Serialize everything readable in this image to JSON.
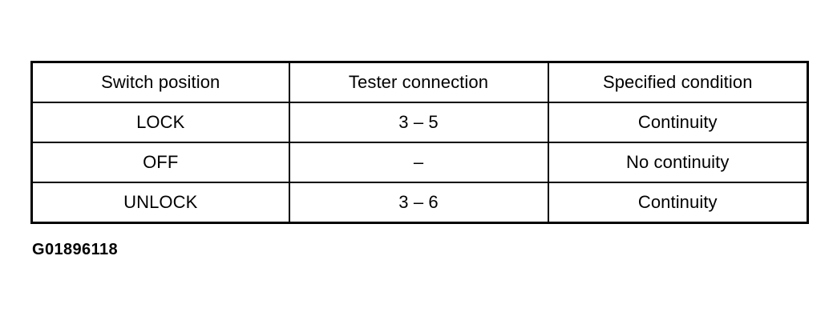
{
  "figure": {
    "caption": "G01896118",
    "background_color": "#ffffff",
    "line_color": "#000000",
    "text_color": "#000000"
  },
  "chart_data": {
    "type": "table",
    "title": "",
    "columns": [
      "Switch position",
      "Tester connection",
      "Specified  condition"
    ],
    "rows": [
      [
        "LOCK",
        "3 – 5",
        "Continuity"
      ],
      [
        "OFF",
        "–",
        "No continuity"
      ],
      [
        "UNLOCK",
        "3 – 6",
        "Continuity"
      ]
    ],
    "caption": "G01896118",
    "grid": true,
    "legend": "none"
  }
}
